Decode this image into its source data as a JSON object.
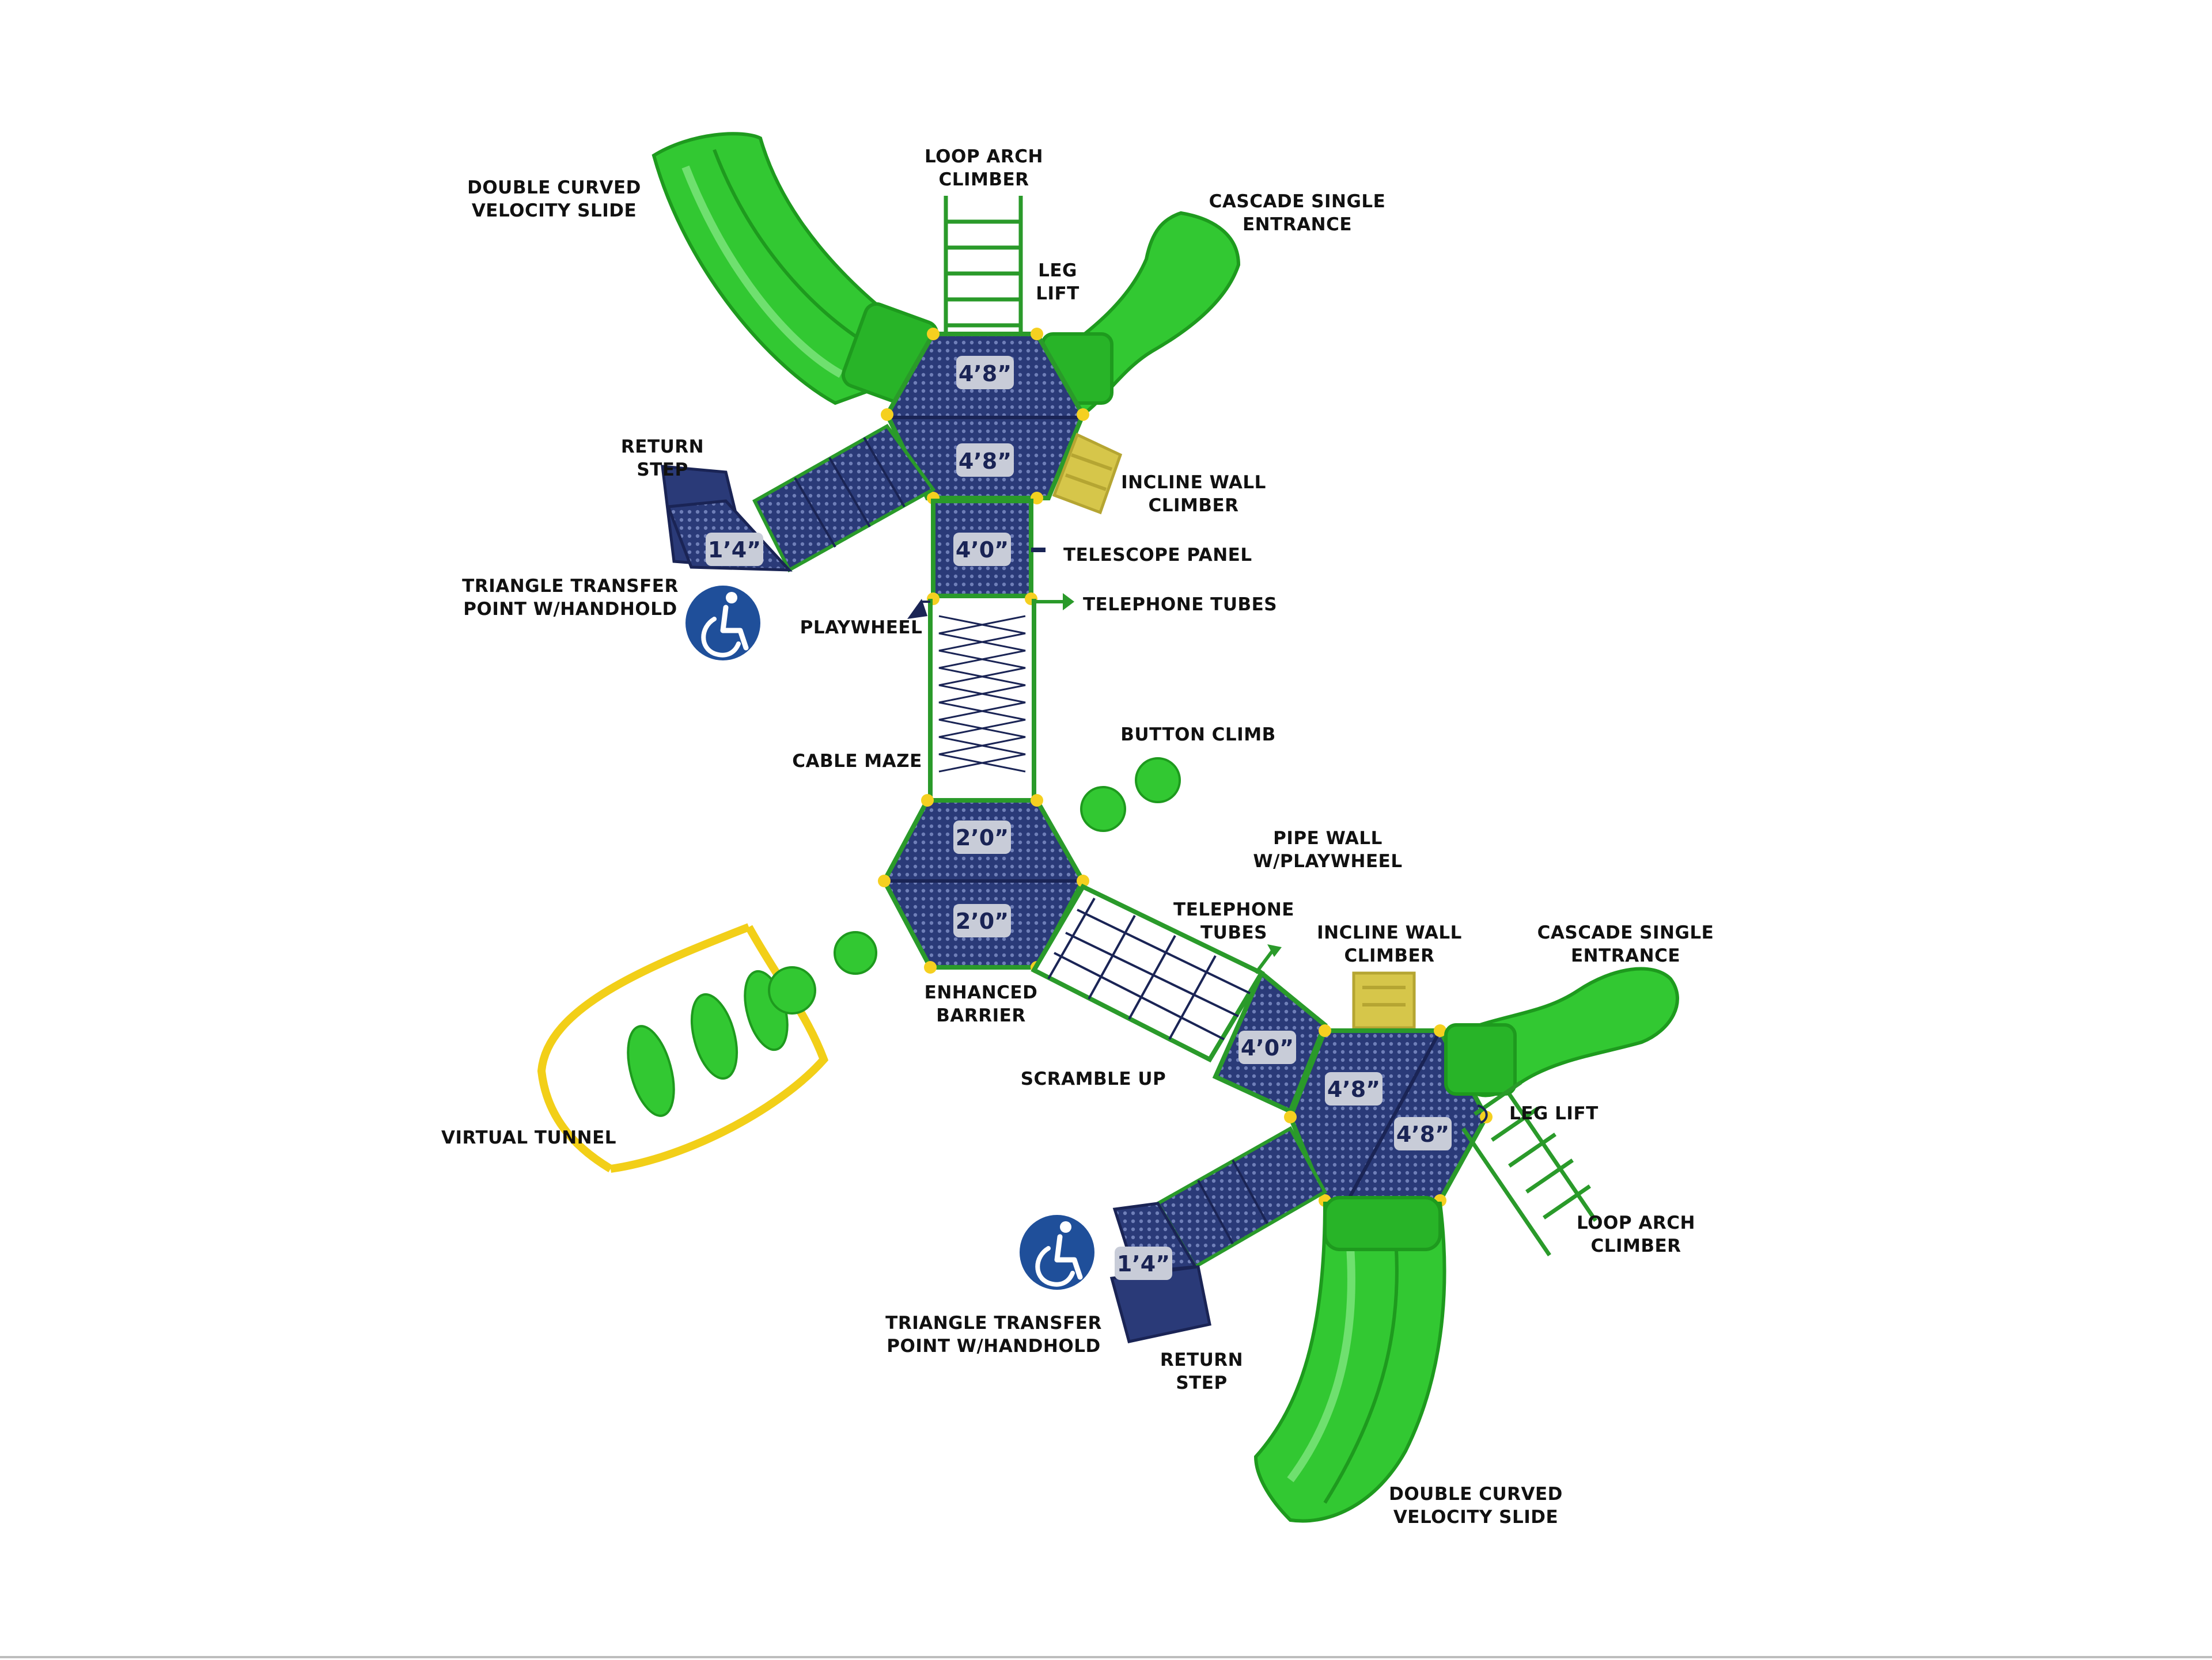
{
  "colors": {
    "slide_green": "#32c832",
    "slide_green_dark": "#1e9a1e",
    "deck_navy": "#2a3a78",
    "frame_green": "#2a9a2a",
    "post_yellow": "#f5d020",
    "climber_tan": "#d6c64a",
    "tunnel_yellow": "#f2cf18",
    "access_blue": "#1f4f9a",
    "dim_box": "#c8ccd8"
  },
  "labels": {
    "double_curved_velocity_slide_top": [
      "DOUBLE CURVED",
      "VELOCITY SLIDE"
    ],
    "loop_arch_climber_top": [
      "LOOP ARCH",
      "CLIMBER"
    ],
    "cascade_single_entrance_top": [
      "CASCADE SINGLE",
      "ENTRANCE"
    ],
    "leg_lift_top": [
      "LEG",
      "LIFT"
    ],
    "return_step_top": [
      "RETURN",
      "STEP"
    ],
    "incline_wall_climber_top": [
      "INCLINE WALL",
      "CLIMBER"
    ],
    "telescope_panel": "TELESCOPE PANEL",
    "triangle_transfer_top": [
      "TRIANGLE TRANSFER",
      "POINT W/HANDHOLD"
    ],
    "playwheel": "PLAYWHEEL",
    "telephone_tubes_top": "TELEPHONE TUBES",
    "button_climb": "BUTTON CLIMB",
    "cable_maze": "CABLE MAZE",
    "pipe_wall": [
      "PIPE WALL",
      "W/PLAYWHEEL"
    ],
    "telephone_tubes_mid": [
      "TELEPHONE",
      "TUBES"
    ],
    "incline_wall_climber_bottom": [
      "INCLINE WALL",
      "CLIMBER"
    ],
    "cascade_single_entrance_bottom": [
      "CASCADE SINGLE",
      "ENTRANCE"
    ],
    "enhanced_barrier": [
      "ENHANCED",
      "BARRIER"
    ],
    "scramble_up": "SCRAMBLE UP",
    "leg_lift_bottom": "LEG LIFT",
    "virtual_tunnel": "VIRTUAL TUNNEL",
    "loop_arch_climber_bottom": [
      "LOOP ARCH",
      "CLIMBER"
    ],
    "triangle_transfer_bottom": [
      "TRIANGLE TRANSFER",
      "POINT W/HANDHOLD"
    ],
    "return_step_bottom": [
      "RETURN",
      "STEP"
    ],
    "double_curved_velocity_slide_bottom": [
      "DOUBLE CURVED",
      "VELOCITY SLIDE"
    ]
  },
  "deck_heights": {
    "top_hex_upper": "4’8”",
    "top_hex_lower": "4’8”",
    "top_square": "4’0”",
    "transfer_top": "1’4”",
    "mid_hex_upper": "2’0”",
    "mid_hex_lower": "2’0”",
    "bottom_square": "4’0”",
    "bottom_hex_left": "4’8”",
    "bottom_hex_right": "4’8”",
    "transfer_bottom": "1’4”"
  },
  "icons": {
    "accessibility_top": "accessibility-wheelchair-icon",
    "accessibility_bottom": "accessibility-wheelchair-icon"
  }
}
